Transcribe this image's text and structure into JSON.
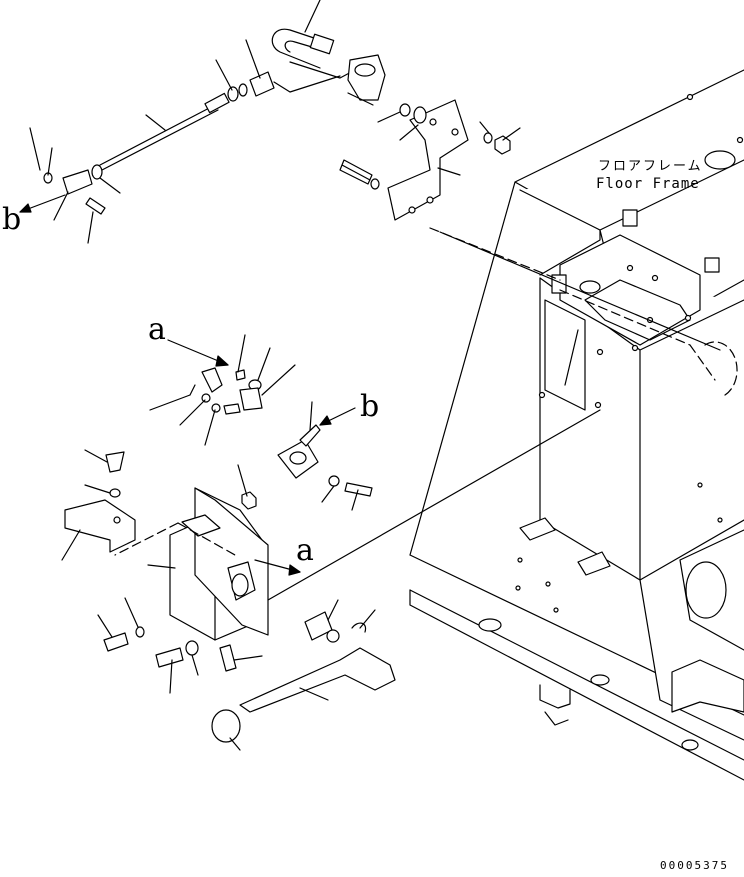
{
  "labels": {
    "frame_jp": "フロアフレーム",
    "frame_en": "Floor Frame",
    "callout_a_top": "a",
    "callout_a_mid": "a",
    "callout_b_left": "b",
    "callout_b_right": "b",
    "doc_number": "00005375"
  }
}
